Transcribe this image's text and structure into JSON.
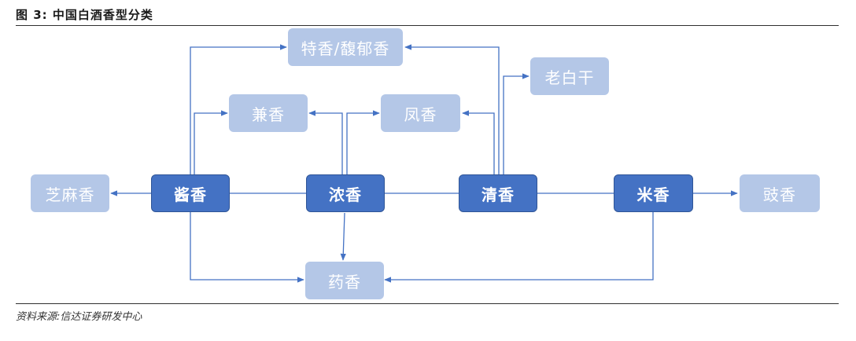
{
  "header": {
    "title": "图 3:  中国白酒香型分类"
  },
  "nodes": {
    "teshu": "特香/馥郁香",
    "laobaigan": "老白干",
    "jian": "兼香",
    "feng": "凤香",
    "zhima": "芝麻香",
    "jiang": "酱香",
    "nong": "浓香",
    "qing": "清香",
    "mi": "米香",
    "chi": "豉香",
    "yao": "药香"
  },
  "footer": {
    "source": "资料来源:信达证券研发中心"
  },
  "colors": {
    "primary_node": "#4472c4",
    "primary_border": "#2f5597",
    "secondary_node": "#b4c7e7",
    "connector": "#4472c4"
  }
}
